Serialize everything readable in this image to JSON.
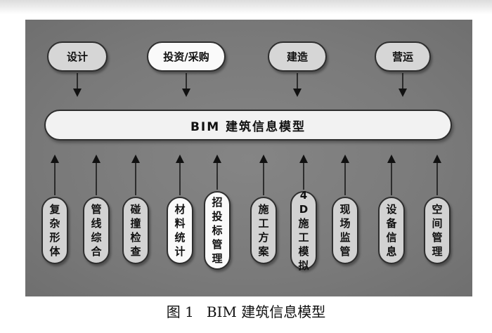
{
  "top_boxes": [
    {
      "label": "设计"
    },
    {
      "label": "投资/采购"
    },
    {
      "label": "建造"
    },
    {
      "label": "营运"
    }
  ],
  "center_label": "BIM 建筑信息模型",
  "bottom_pills": [
    {
      "label": "复杂形体"
    },
    {
      "label": "管线综合"
    },
    {
      "label": "碰撞检查"
    },
    {
      "label": "材料统计"
    },
    {
      "label": "招投标管理"
    },
    {
      "label": "施工方案"
    },
    {
      "label": "4D施工模拟"
    },
    {
      "label": "现场监管"
    },
    {
      "label": "设备信息"
    },
    {
      "label": "空间管理"
    }
  ],
  "caption": {
    "number": "图 1",
    "title": "BIM 建筑信息模型"
  },
  "colors": {
    "panel": "#7c7c7c",
    "box_gray": "#d6d6d6",
    "box_white": "#fafafa",
    "border": "#2e2e2e"
  }
}
